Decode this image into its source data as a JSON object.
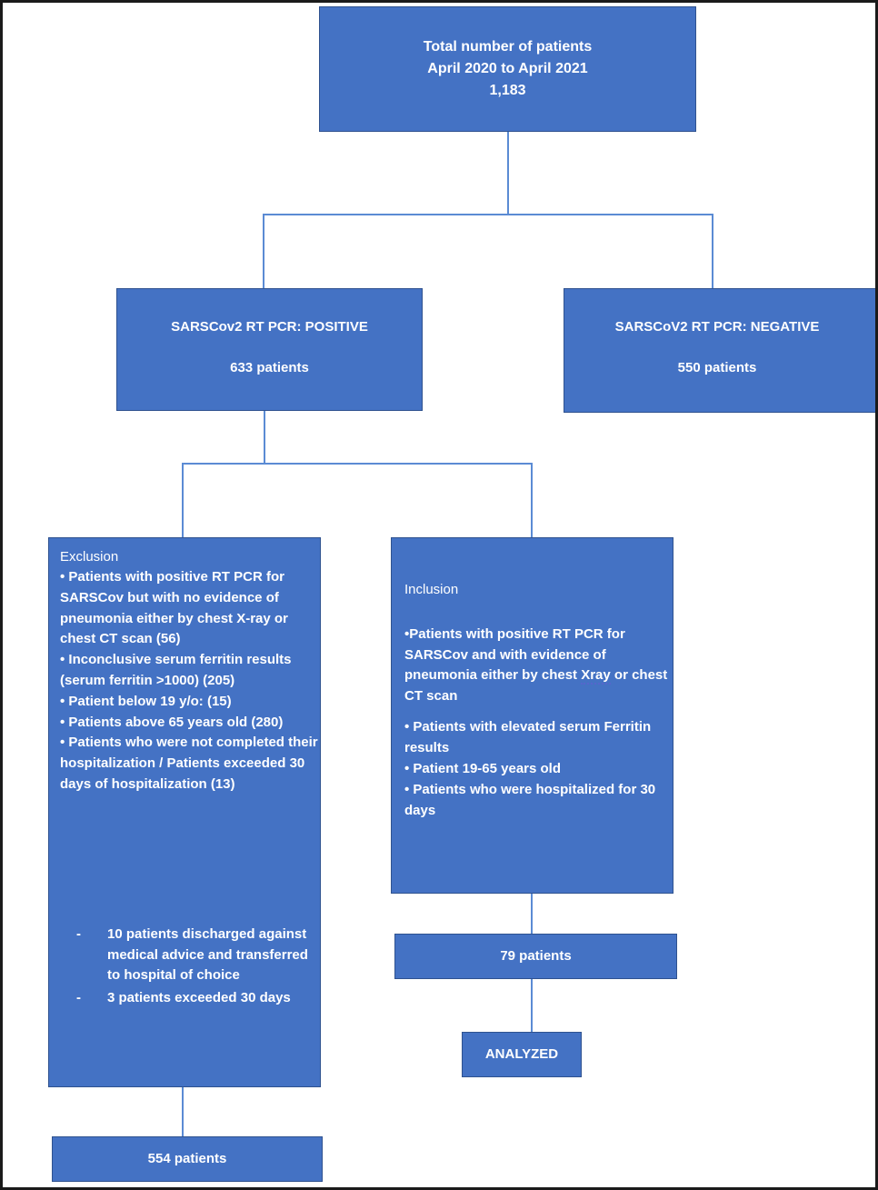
{
  "diagram": {
    "title": "Patient selection flow diagram",
    "colors": {
      "box_fill": "#4472C4",
      "box_border": "#2F528F",
      "connector": "#5B8BD4",
      "text": "#FFFFFF",
      "frame": "#1A1A1A"
    },
    "nodes": {
      "total": {
        "label": "Total number of patients\nApril 2020 to April 2021\n1,183",
        "line1": "Total number of patients",
        "line2": "April 2020 to April 2021",
        "line3": "1,183"
      },
      "pcr_positive": {
        "line1": "SARSCov2 RT PCR: POSITIVE",
        "line2": "633 patients"
      },
      "pcr_negative": {
        "line1": "SARSCoV2 RT PCR: NEGATIVE",
        "line2": "550 patients"
      },
      "exclusion": {
        "heading": "Exclusion",
        "bullets": [
          "• Patients with positive RT PCR for SARSCov but with no evidence of pneumonia either by chest X-ray or chest CT scan (56)",
          "• Inconclusive serum ferritin results (serum ferritin >1000) (205)",
          "• Patient below 19 y/o: (15)",
          "• Patients above 65 years old (280)",
          "• Patients who were not completed their hospitalization / Patients exceeded 30 days of hospitalization (13)"
        ],
        "body": "• Patients with positive RT PCR for SARSCov but with no evidence of pneumonia either by chest X-ray or chest CT scan (56)\n• Inconclusive serum ferritin results (serum ferritin >1000) (205)\n• Patient below 19 y/o: (15)\n• Patients above 65 years old (280)\n• Patients who were not completed their hospitalization / Patients exceeded 30 days of hospitalization (13)",
        "sub_items": [
          {
            "marker": "-",
            "text": "10 patients discharged against medical advice and transferred to hospital of choice"
          },
          {
            "marker": "-",
            "text": "3 patients exceeded 30 days"
          }
        ]
      },
      "inclusion": {
        "heading": "Inclusion",
        "bullet1_pre": "•Patients with positive RT PCR for SARSCov and with evidence of pneumonia either by chest ",
        "bullet1_squiggle": "Xray",
        "bullet1_post": " or chest CT scan",
        "bullet2": "• Patients with elevated serum Ferritin results",
        "bullet3": "• Patient 19-65 years old",
        "bullet4": "• Patients who were hospitalized for 30 days"
      },
      "result_79": {
        "label": "79 patients"
      },
      "analyzed": {
        "label": "ANALYZED"
      },
      "result_554": {
        "label": "554 patients"
      }
    }
  }
}
